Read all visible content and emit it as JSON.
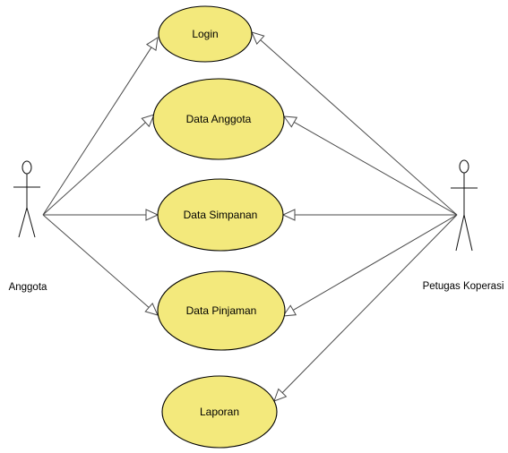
{
  "diagram_type": "use-case",
  "actors": [
    {
      "id": "anggota",
      "label": "Anggota"
    },
    {
      "id": "petugas",
      "label": "Petugas Koperasi"
    }
  ],
  "use_cases": [
    {
      "id": "login",
      "label": "Login"
    },
    {
      "id": "data-anggota",
      "label": "Data Anggota"
    },
    {
      "id": "data-simpanan",
      "label": "Data Simpanan"
    },
    {
      "id": "data-pinjaman",
      "label": "Data Pinjaman"
    },
    {
      "id": "laporan",
      "label": "Laporan"
    }
  ],
  "associations": [
    {
      "from": "anggota",
      "to": "login"
    },
    {
      "from": "anggota",
      "to": "data-anggota"
    },
    {
      "from": "anggota",
      "to": "data-simpanan"
    },
    {
      "from": "anggota",
      "to": "data-pinjaman"
    },
    {
      "from": "petugas",
      "to": "login"
    },
    {
      "from": "petugas",
      "to": "data-anggota"
    },
    {
      "from": "petugas",
      "to": "data-simpanan"
    },
    {
      "from": "petugas",
      "to": "data-pinjaman"
    },
    {
      "from": "petugas",
      "to": "laporan"
    }
  ],
  "colors": {
    "use_case_fill": "#f3e97c",
    "outline": "#000000",
    "connector": "#4a4a4a"
  }
}
